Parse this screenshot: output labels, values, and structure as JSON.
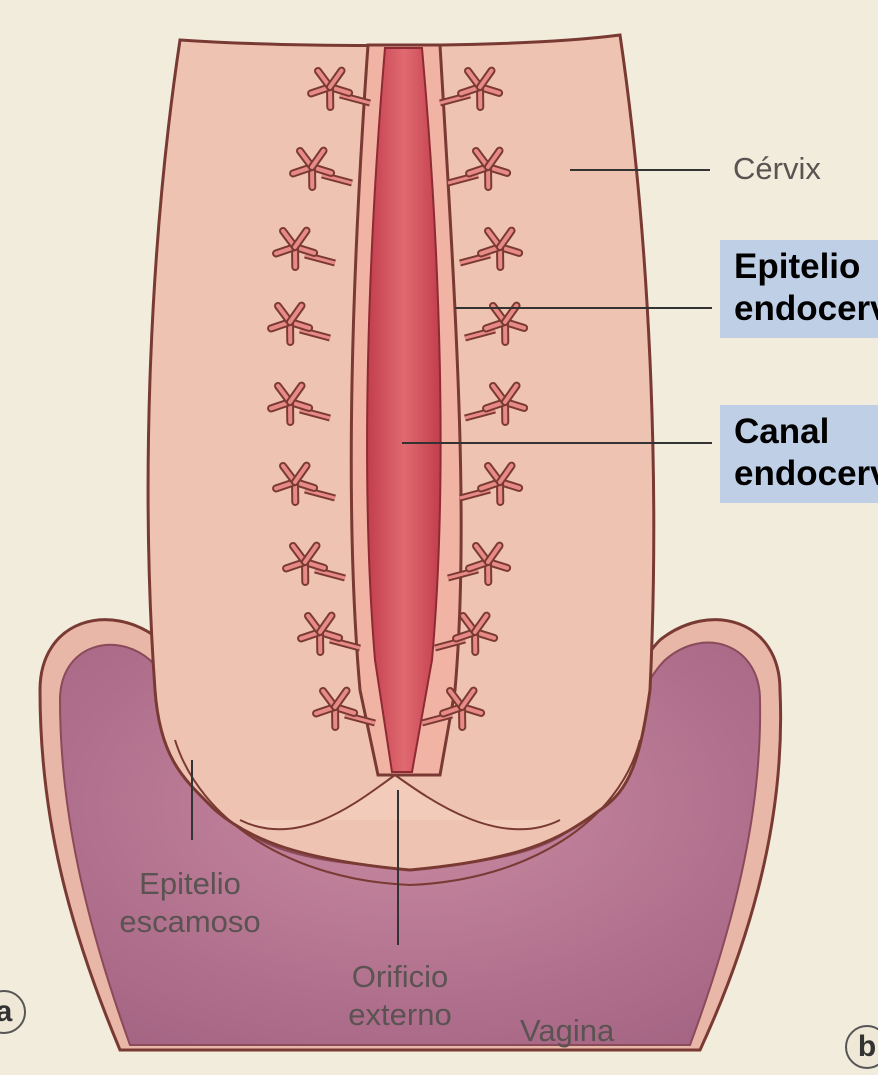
{
  "labels": {
    "cervix": "Cérvix",
    "epitelio_endocervical": [
      "Epitelio",
      "endocervical"
    ],
    "canal_endocervical": [
      "Canal",
      "endocervical"
    ],
    "epitelio_escamoso": [
      "Epitelio",
      "escamoso"
    ],
    "orificio_externo": [
      "Orificio",
      "externo"
    ],
    "vagina": "Vagina",
    "panel_a": "a",
    "panel_b": "b"
  },
  "colors": {
    "cervix_tissue": "#efc3b1",
    "tissue_outline": "#7a3a34",
    "vaginal_wall": "#b87895",
    "canal": "#cf4a57",
    "glands": "#e88a86",
    "callout_box": "#bfcfe6",
    "background": "#f1ecdc"
  }
}
